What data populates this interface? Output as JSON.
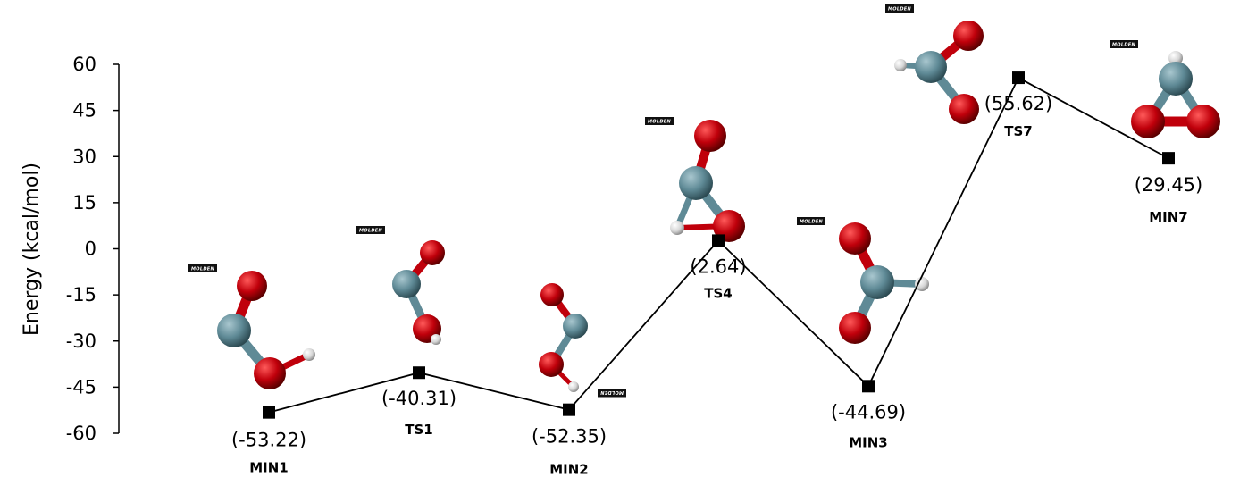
{
  "chart_data": {
    "type": "line",
    "ylabel": "Energy (kcal/mol)",
    "xlabel": "",
    "title": "",
    "ylim": [
      -60,
      60
    ],
    "yticks": [
      60,
      45,
      30,
      15,
      0,
      -15,
      -30,
      -45,
      -60
    ],
    "grid": false,
    "legend": "none",
    "series": [
      {
        "points": [
          {
            "label": "MIN1",
            "value": -53.22,
            "value_text": "(-53.22)"
          },
          {
            "label": "TS1",
            "value": -40.31,
            "value_text": "(-40.31)"
          },
          {
            "label": "MIN2",
            "value": -52.35,
            "value_text": "(-52.35)"
          },
          {
            "label": "TS4",
            "value": 2.64,
            "value_text": "(2.64)"
          },
          {
            "label": "MIN3",
            "value": -44.69,
            "value_text": "(-44.69)"
          },
          {
            "label": "TS7",
            "value": 55.62,
            "value_text": "(55.62)"
          },
          {
            "label": "MIN7",
            "value": 29.45,
            "value_text": "(29.45)"
          }
        ]
      }
    ],
    "watermark": "MOLDEN",
    "colors": {
      "line": "#000000",
      "marker": "#000000",
      "oxygen": "#c0000b",
      "carbon": "#5f8a96",
      "hydrogen": "#dcdcdc",
      "watermark_bg": "#111111"
    }
  }
}
